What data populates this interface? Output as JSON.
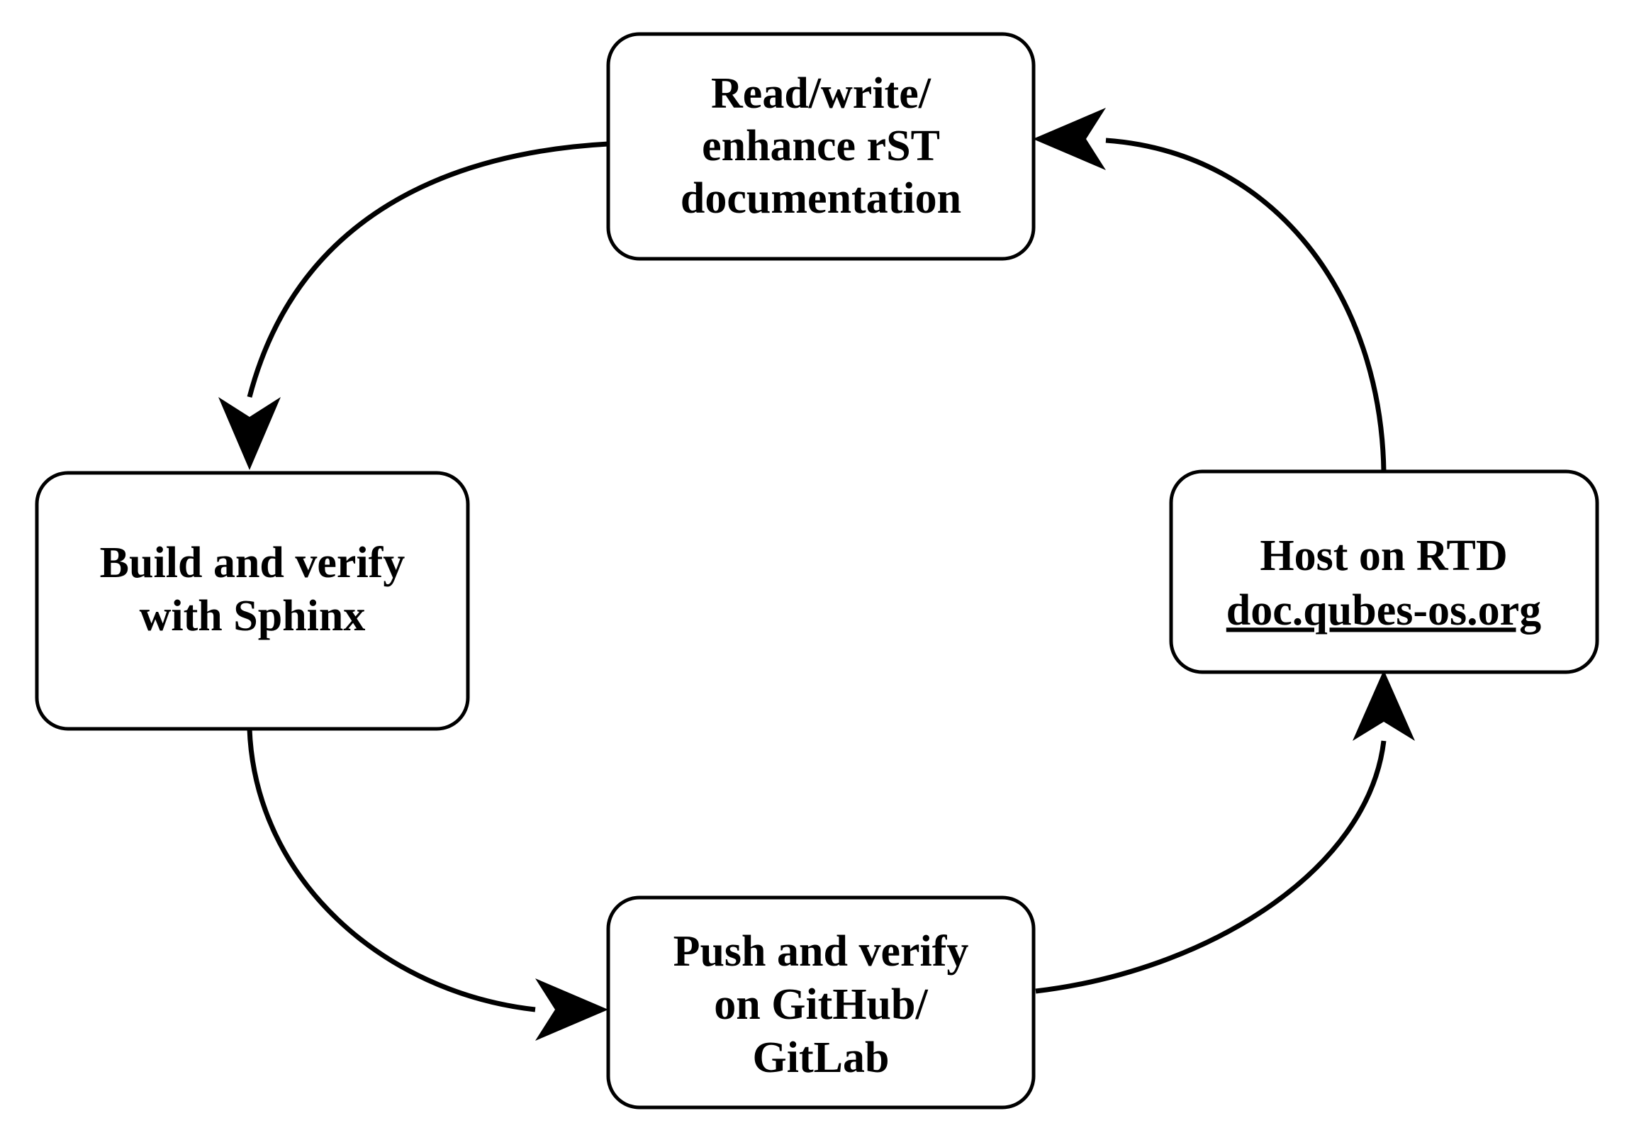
{
  "diagram": {
    "type": "cycle-flowchart",
    "background_color": "#ffffff",
    "stroke_color": "#000000",
    "direction": "clockwise",
    "nodes": [
      {
        "id": "read-write",
        "position": "top",
        "lines": [
          "Read/write/",
          "enhance rST",
          "documentation"
        ]
      },
      {
        "id": "host-rtd",
        "position": "right",
        "lines": [
          "Host on RTD",
          "doc.qubes-os.org"
        ],
        "underlined_lines": [
          "doc.qubes-os.org"
        ]
      },
      {
        "id": "push-verify",
        "position": "bottom",
        "lines": [
          "Push and verify",
          "on GitHub/",
          "GitLab"
        ]
      },
      {
        "id": "build-verify",
        "position": "left",
        "lines": [
          "Build and verify",
          "with Sphinx"
        ]
      }
    ],
    "edges": [
      {
        "from": "read-write",
        "to": "build-verify",
        "arrow": "down"
      },
      {
        "from": "build-verify",
        "to": "push-verify",
        "arrow": "right"
      },
      {
        "from": "push-verify",
        "to": "host-rtd",
        "arrow": "up"
      },
      {
        "from": "host-rtd",
        "to": "read-write",
        "arrow": "left"
      }
    ]
  }
}
